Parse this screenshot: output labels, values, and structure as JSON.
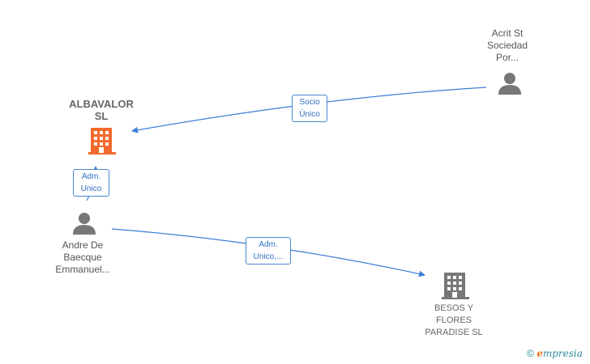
{
  "nodes": {
    "albavalor": {
      "lines": [
        "ALBAVALOR",
        "SL"
      ],
      "color": "#f26a2e"
    },
    "acrit": {
      "lines": [
        "Acrit St",
        "Sociedad",
        "Por..."
      ]
    },
    "andre": {
      "lines": [
        "Andre De",
        "Baecque",
        "Emmanuel..."
      ]
    },
    "besos": {
      "lines": [
        "BESOS Y",
        "FLORES",
        "PARADISE SL"
      ]
    }
  },
  "edges": {
    "socio": {
      "lines": [
        "Socio",
        "Único"
      ]
    },
    "adm_albavalor": {
      "lines": [
        "Adm.",
        "Unico"
      ]
    },
    "adm_besos": {
      "lines": [
        "Adm.",
        "Unico,..."
      ]
    }
  },
  "colors": {
    "edge": "#3d7fd6",
    "person_icon": "#777777",
    "company_icon": "#777777",
    "highlight_company": "#f26a2e"
  },
  "footer": {
    "copyright": "©",
    "brand_e": "e",
    "brand_rest": "mpresia"
  }
}
